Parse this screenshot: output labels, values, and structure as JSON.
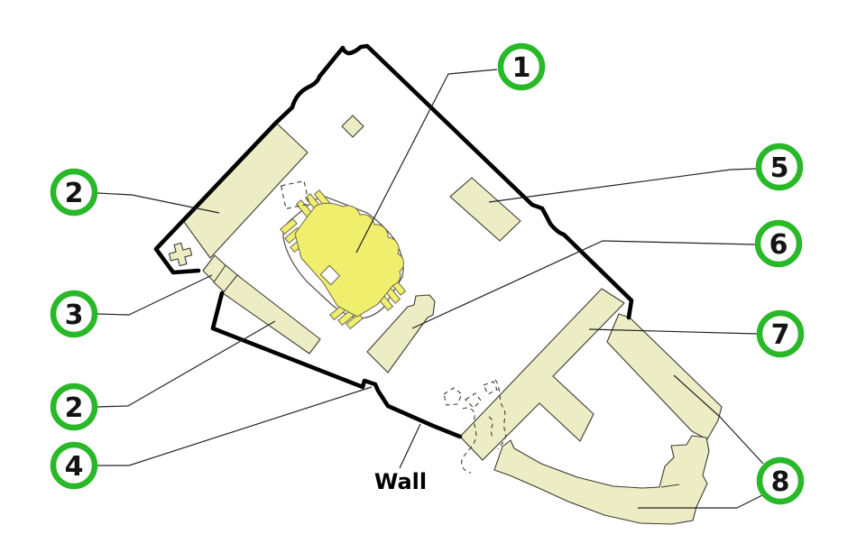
{
  "diagram": {
    "wall_label": "Wall",
    "callouts": {
      "c1": "1",
      "c2a": "2",
      "c3": "3",
      "c2b": "2",
      "c4": "4",
      "c5": "5",
      "c6": "6",
      "c7": "7",
      "c8": "8"
    }
  },
  "colors": {
    "accent_green": "#28B828",
    "building_fill": "#EDEDC5",
    "keep_fill": "#F0EE6D",
    "wall_color": "#000000",
    "leader_line": "#222222"
  }
}
